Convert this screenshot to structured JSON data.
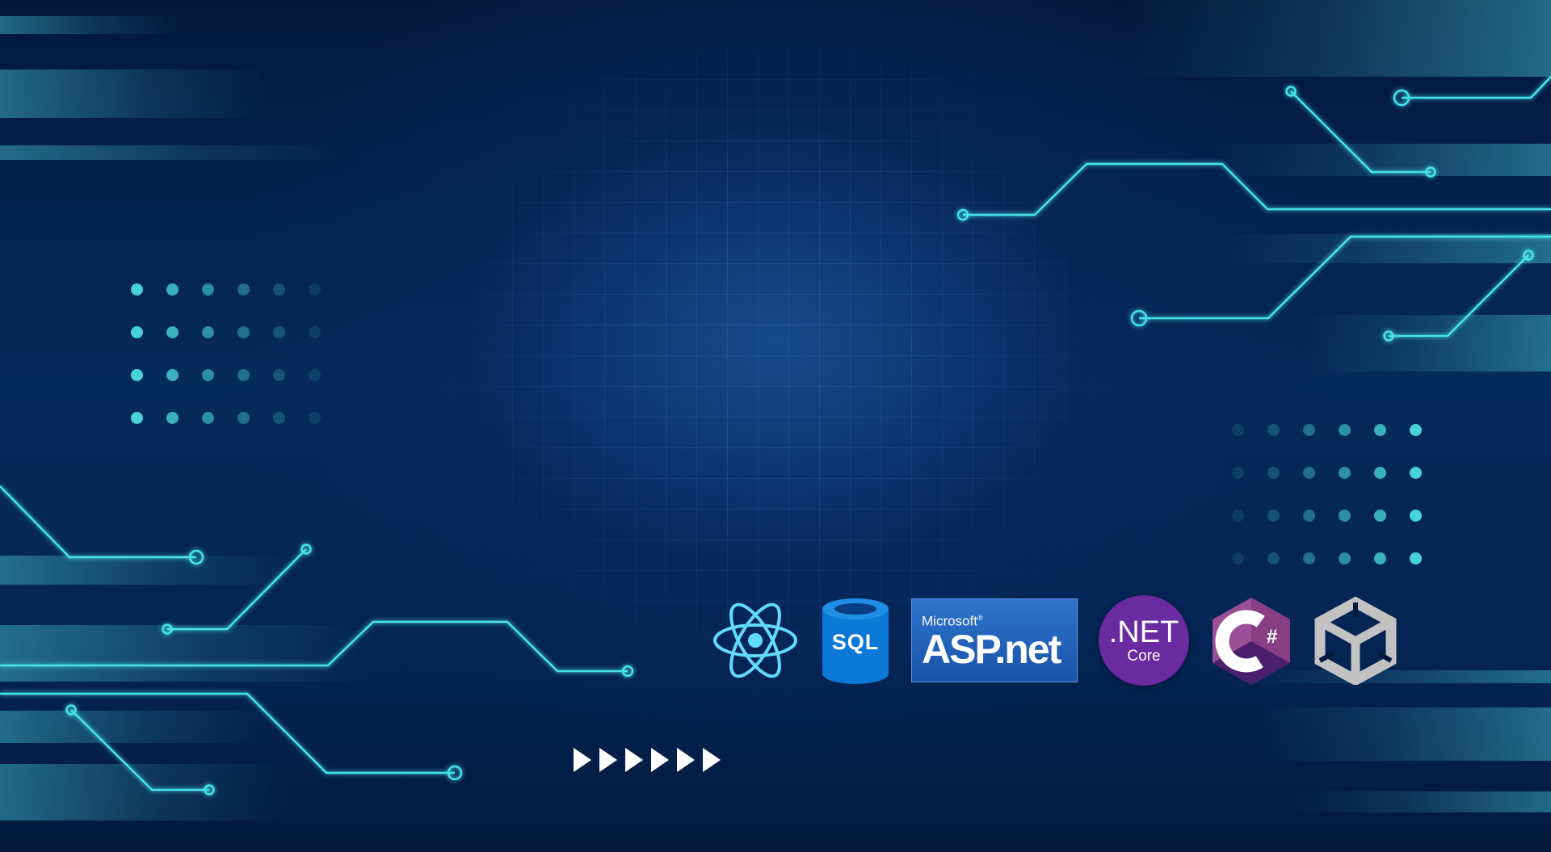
{
  "logos": {
    "sql": {
      "text": "SQL"
    },
    "aspnet": {
      "top": "Microsoft",
      "reg": "®",
      "main": "ASP.net"
    },
    "netcore": {
      "main": ".NET",
      "sub": "Core"
    },
    "csharp": {
      "letter": "C",
      "sharp": "#"
    }
  },
  "icons": [
    "react-icon",
    "sql-database-icon",
    "aspnet-logo",
    "netcore-logo",
    "csharp-logo",
    "unity-icon",
    "chevron-right-icon"
  ],
  "colors": {
    "background": "#03183d",
    "circuit": "#46e3ec",
    "dots": "#48d3d8",
    "react": "#61dafb",
    "sql": "#0a78d4",
    "aspnet": "#1f5fb6",
    "netcore": "#6a2aa0",
    "csharp": "#68217a",
    "unity": "#bdbdbd"
  }
}
